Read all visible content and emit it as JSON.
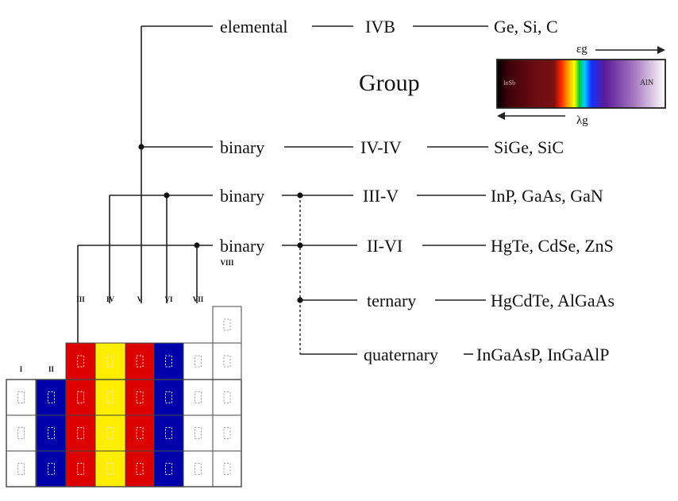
{
  "rows": [
    {
      "id": "elemental",
      "category": "elemental",
      "group": "IVB",
      "examples": "Ge, Si, C"
    },
    {
      "id": "iv-iv",
      "category": "binary",
      "group": "IV-IV",
      "examples": "SiGe, SiC"
    },
    {
      "id": "iii-v",
      "category": "binary",
      "group": "III-V",
      "examples": "InP, GaAs, GaN"
    },
    {
      "id": "ii-vi",
      "category": "binary",
      "group": "II-VI",
      "examples": "HgTe, CdSe, ZnS"
    },
    {
      "id": "ternary",
      "category": "ternary",
      "group": "",
      "examples": "HgCdTe, AlGaAs"
    },
    {
      "id": "quaternary",
      "category": "quaternary",
      "group": "",
      "examples": "InGaAsP, InGaAlP"
    }
  ],
  "group_heading": "Group",
  "spectrum": {
    "top_arrow_label": "εg",
    "bottom_arrow_label": "λg",
    "left_label": "InSb",
    "right_label": "AlN",
    "colors": [
      "#000000",
      "#3a0008",
      "#6a0c12",
      "#7a1010",
      "#ff2200",
      "#ff9900",
      "#ffff00",
      "#00cc33",
      "#00ccff",
      "#1133ff",
      "#5a1a9a",
      "#a77bc0",
      "#ffffff"
    ]
  },
  "periodic_table": {
    "column_headers": [
      "I",
      "II",
      "III",
      "IV",
      "V",
      "VI",
      "VII",
      "VIII"
    ],
    "column_colors": [
      "#ffffff",
      "#0000aa",
      "#dd0000",
      "#ffee00",
      "#dd0000",
      "#0000aa",
      "#ffffff",
      "#ffffff"
    ],
    "cell_color": "#ffffff",
    "border_color": "#444444"
  }
}
